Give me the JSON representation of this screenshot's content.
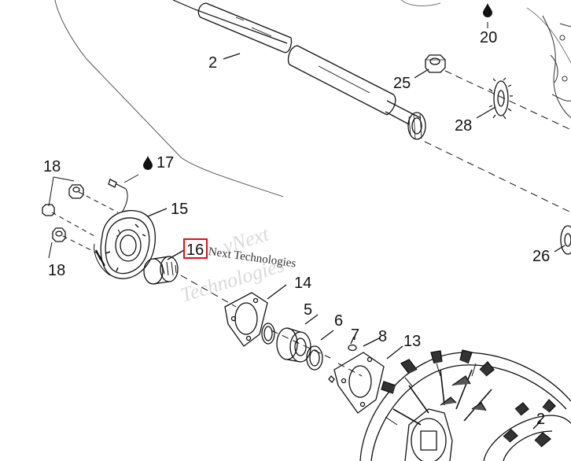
{
  "callouts": {
    "c2a": "2",
    "c20": "20",
    "c25": "25",
    "c28": "28",
    "c18a": "18",
    "c17": "17",
    "c15": "15",
    "c16": "16",
    "c18b": "18",
    "c26": "26",
    "c14": "14",
    "c5": "5",
    "c6": "6",
    "c7": "7",
    "c8": "8",
    "c13": "13",
    "c2b": "2"
  },
  "watermark": {
    "line1": "vNext",
    "line2": "Next Technologies",
    "line3": "Technologies"
  },
  "colors": {
    "line": "#111111",
    "highlight": "#e01010",
    "watermark": "#8a8a8a"
  },
  "icons": {
    "oil": "oil-drop-icon"
  }
}
